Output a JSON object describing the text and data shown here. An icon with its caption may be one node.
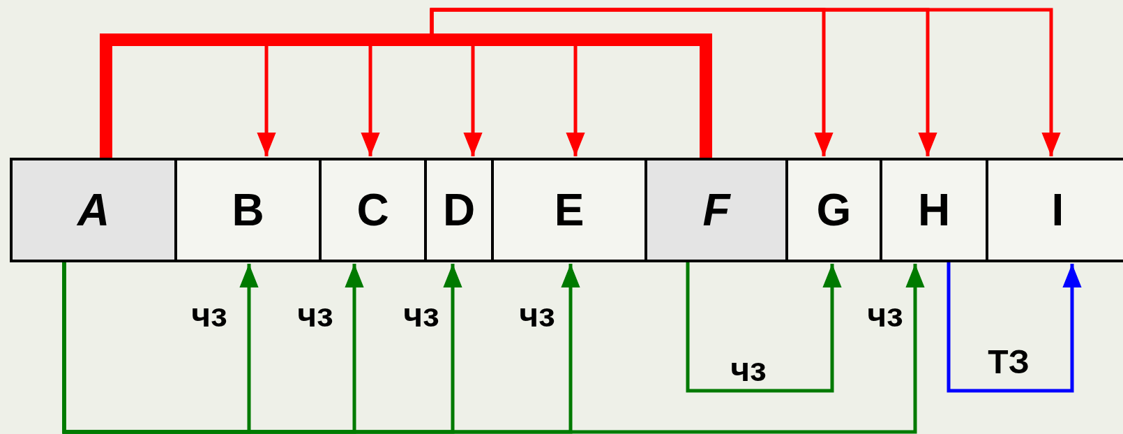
{
  "diagram": {
    "nodes": [
      {
        "text": [
          "A"
        ]
      },
      {
        "text": [
          "B"
        ]
      },
      {
        "text": [
          "C"
        ]
      },
      {
        "text": [
          "D"
        ]
      },
      {
        "text": [
          "E"
        ]
      },
      {
        "text": [
          "F"
        ]
      },
      {
        "text": [
          "G"
        ]
      },
      {
        "text": [
          "H"
        ]
      },
      {
        "text": [
          "I"
        ]
      }
    ],
    "edges": [
      {
        "from": 0,
        "to": 5,
        "arrow": "none",
        "style": "thick",
        "color": "#ff0000"
      },
      {
        "from": 0,
        "to": 1,
        "arrow": "to",
        "color": "#ff0000"
      },
      {
        "from": 0,
        "to": 2,
        "arrow": "to",
        "color": "#ff0000"
      },
      {
        "from": 0,
        "to": 3,
        "arrow": "to",
        "color": "#ff0000"
      },
      {
        "from": 0,
        "to": 4,
        "arrow": "to",
        "color": "#ff0000"
      },
      {
        "from": 5,
        "to": 6,
        "arrow": "to",
        "color": "#ff0000"
      },
      {
        "from": 5,
        "to": 7,
        "arrow": "to",
        "color": "#ff0000"
      },
      {
        "from": 5,
        "to": 8,
        "arrow": "to",
        "color": "#ff0000"
      },
      {
        "from": 0,
        "to": 1,
        "arrow": "to",
        "label": "чз",
        "color": "#007a00"
      },
      {
        "from": 0,
        "to": 2,
        "arrow": "to",
        "label": "чз",
        "color": "#007a00"
      },
      {
        "from": 0,
        "to": 3,
        "arrow": "to",
        "label": "чз",
        "color": "#007a00"
      },
      {
        "from": 0,
        "to": 4,
        "arrow": "to",
        "label": "чз",
        "color": "#007a00"
      },
      {
        "from": 0,
        "to": 7,
        "arrow": "to",
        "label": "чз",
        "color": "#007a00"
      },
      {
        "from": 5,
        "to": 6,
        "arrow": "to",
        "label": "чз",
        "color": "#007a00"
      },
      {
        "from": 7,
        "to": 8,
        "arrow": "to",
        "label": "ТЗ",
        "color": "#0000ff"
      }
    ]
  }
}
